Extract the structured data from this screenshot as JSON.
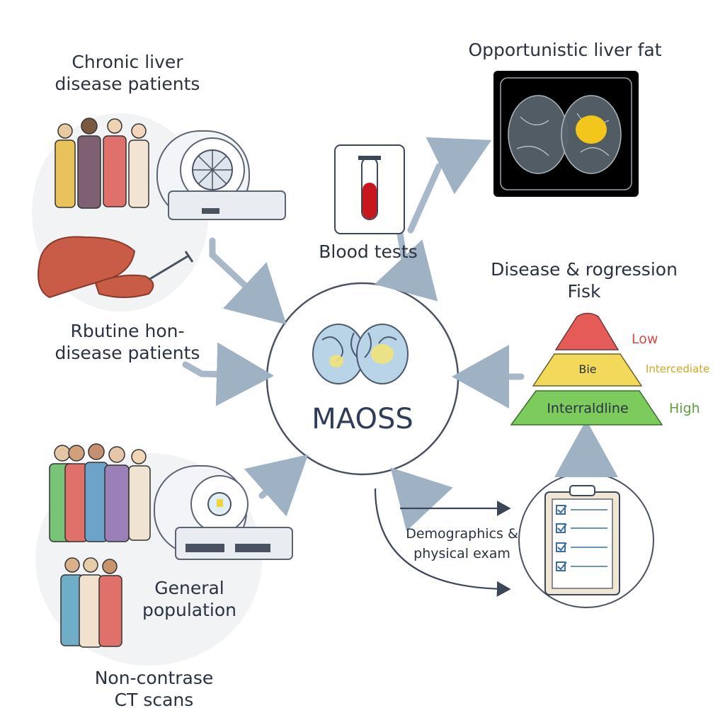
{
  "groups": {
    "chronic": {
      "line1": "Chronic liver",
      "line2": "disease patients"
    },
    "routine": {
      "line1": "Rbutine hon-",
      "line2": "disease patients"
    },
    "general": {
      "line1": "General",
      "line2": "population"
    },
    "ct": {
      "line1": "Non-contrase",
      "line2": "CT scans"
    }
  },
  "blood_tests": "Blood tests",
  "liver_fat": "Opportunistic liver fat",
  "center": {
    "label": "MAOSS"
  },
  "risk": {
    "title_line1": "Disease & rogression",
    "title_line2": "Fisk",
    "tiers": [
      {
        "inner": "",
        "side": "Low",
        "color": "#e55b58",
        "side_color": "#d64a44"
      },
      {
        "inner": "Bie",
        "side": "Intercediate",
        "color": "#f3d95a",
        "side_color": "#d9a521"
      },
      {
        "inner": "Interraldline",
        "side": "High",
        "color": "#7ccb5c",
        "side_color": "#5aa33e"
      }
    ]
  },
  "demographics": {
    "line1": "Demographics &",
    "line2": "physical exam"
  },
  "colors": {
    "arrow": "#a8b8c8",
    "circle_stroke": "#4a5262",
    "dark_arrow": "#3b4658"
  }
}
